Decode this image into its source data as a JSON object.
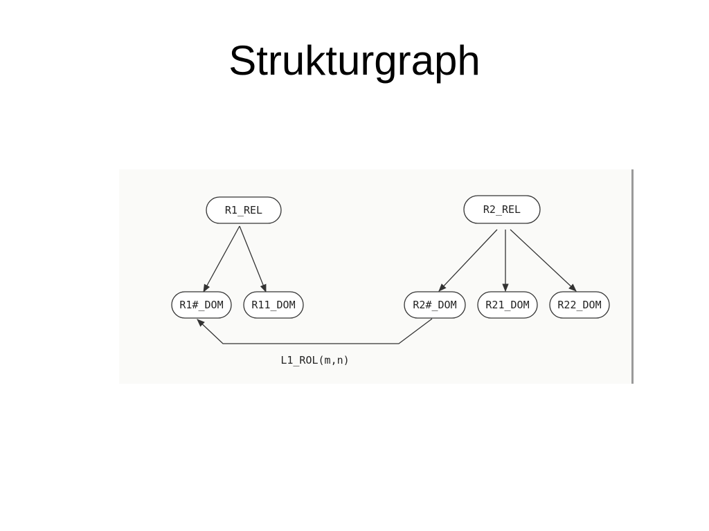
{
  "slide": {
    "title": "Strukturgraph"
  },
  "diagram": {
    "nodes": {
      "r1_rel": "R1_REL",
      "r2_rel": "R2_REL",
      "r1_hash_dom": "R1#_DOM",
      "r11_dom": "R11_DOM",
      "r2_hash_dom": "R2#_DOM",
      "r21_dom": "R21_DOM",
      "r22_dom": "R22_DOM"
    },
    "edge_label": "L1_ROL(m,n)",
    "colors": {
      "line": "#333333",
      "node_fill": "#ffffff",
      "node_stroke": "#333333"
    }
  }
}
